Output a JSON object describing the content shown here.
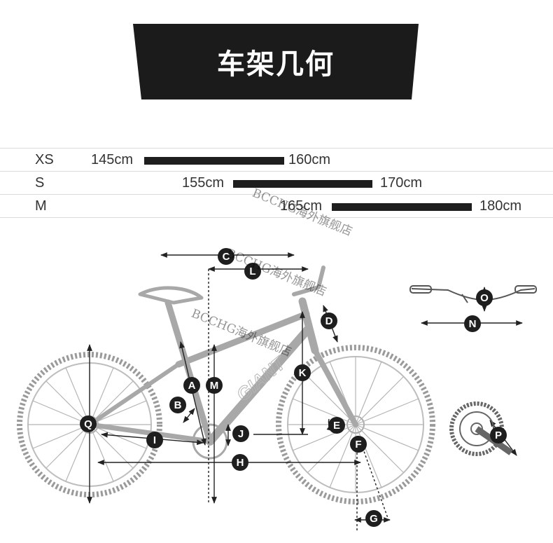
{
  "banner": {
    "title": "车架几何"
  },
  "size_chart": {
    "rows": [
      {
        "size": "XS",
        "min": "145cm",
        "max": "160cm"
      },
      {
        "size": "S",
        "min": "155cm",
        "max": "170cm"
      },
      {
        "size": "M",
        "min": "165cm",
        "max": "180cm"
      }
    ]
  },
  "watermarks": [
    "BCCHG海外旗舰店",
    "BCCHG海外旗舰店",
    "BCCHG海外旗舰店"
  ],
  "markers": [
    "A",
    "B",
    "C",
    "D",
    "E",
    "F",
    "G",
    "H",
    "I",
    "J",
    "K",
    "L",
    "M",
    "N",
    "O",
    "P",
    "Q"
  ],
  "colors": {
    "banner": "#1b1b1b",
    "marker": "#1e1e1e",
    "bar": "#1e1e1e",
    "line": "#222222",
    "bike": "#9a9a9a"
  }
}
